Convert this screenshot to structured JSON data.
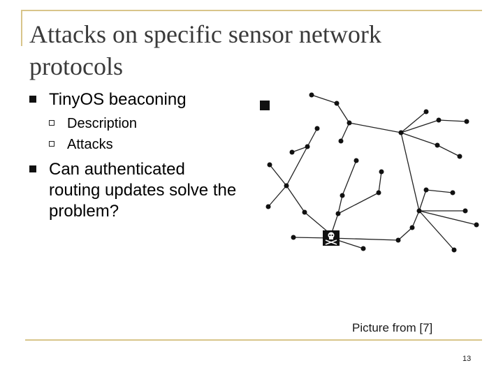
{
  "slide": {
    "title": "Attacks on specific sensor network protocols",
    "bullets": [
      {
        "text": "TinyOS beaconing",
        "sub": [
          "Description",
          "Attacks"
        ]
      },
      {
        "text": "Can authenticated routing updates solve the problem?",
        "sub": []
      }
    ],
    "caption": "Picture from [7]",
    "page_number": "13"
  },
  "colors": {
    "rule": "#d8c58a",
    "title": "#3a3a3a",
    "node": "#111111"
  }
}
